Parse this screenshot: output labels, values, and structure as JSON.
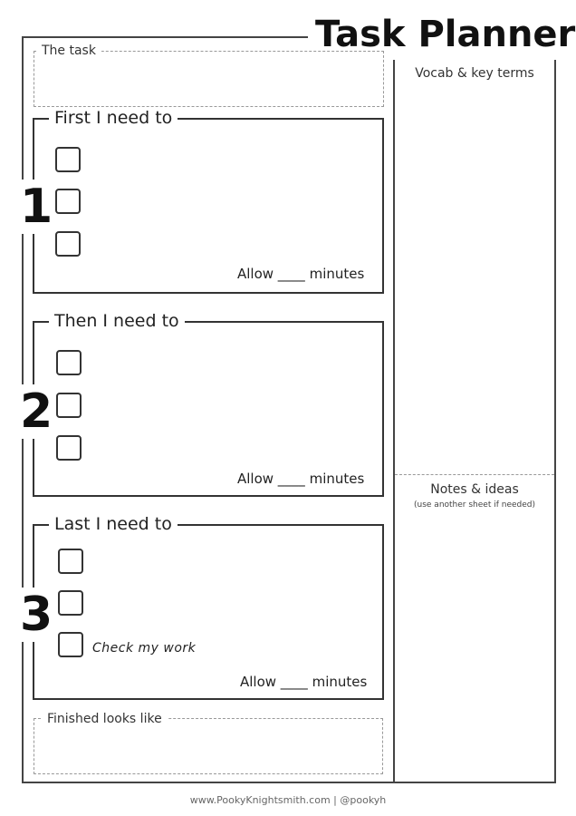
{
  "title": "Task Planner",
  "task_label": "The task",
  "steps": [
    {
      "number": "1",
      "heading": "First I need to",
      "allow": "Allow ____ minutes",
      "note": ""
    },
    {
      "number": "2",
      "heading": "Then I need to",
      "allow": "Allow ____ minutes",
      "note": ""
    },
    {
      "number": "3",
      "heading": "Last I need to",
      "allow": "Allow ____ minutes",
      "note": "Check my work"
    }
  ],
  "finished_label": "Finished looks like",
  "vocab_label": "Vocab & key terms",
  "notes_label": "Notes & ideas",
  "notes_sub": "(use another sheet if needed)",
  "footer": {
    "site": "www.PookyKnightsmith.com",
    "separator": "|",
    "handle": "@pookyh"
  }
}
